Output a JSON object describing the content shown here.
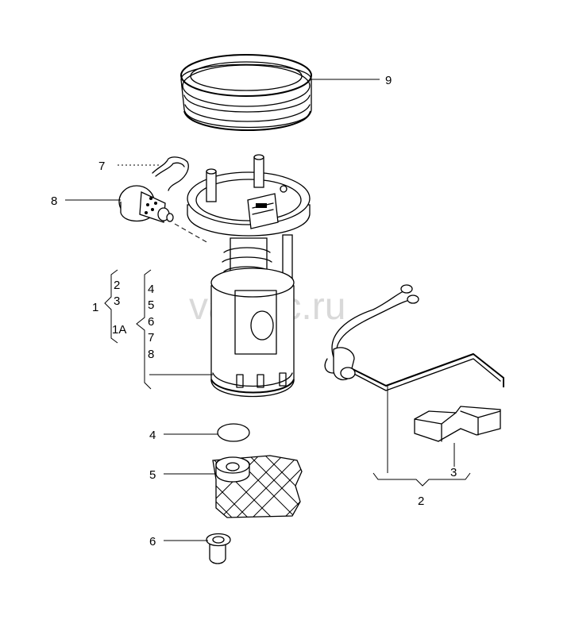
{
  "watermark": "vagtec.ru",
  "callouts": {
    "c1": "1",
    "c1a": "1A",
    "c2_group": "2",
    "c2": "2",
    "c3_group": "3",
    "c3": "3",
    "c4_group": "4",
    "c4": "4",
    "c5_group": "5",
    "c5": "5",
    "c6_group": "6",
    "c6": "6",
    "c7_group": "7",
    "c7": "7",
    "c8_group": "8",
    "c8": "8",
    "c9": "9"
  }
}
